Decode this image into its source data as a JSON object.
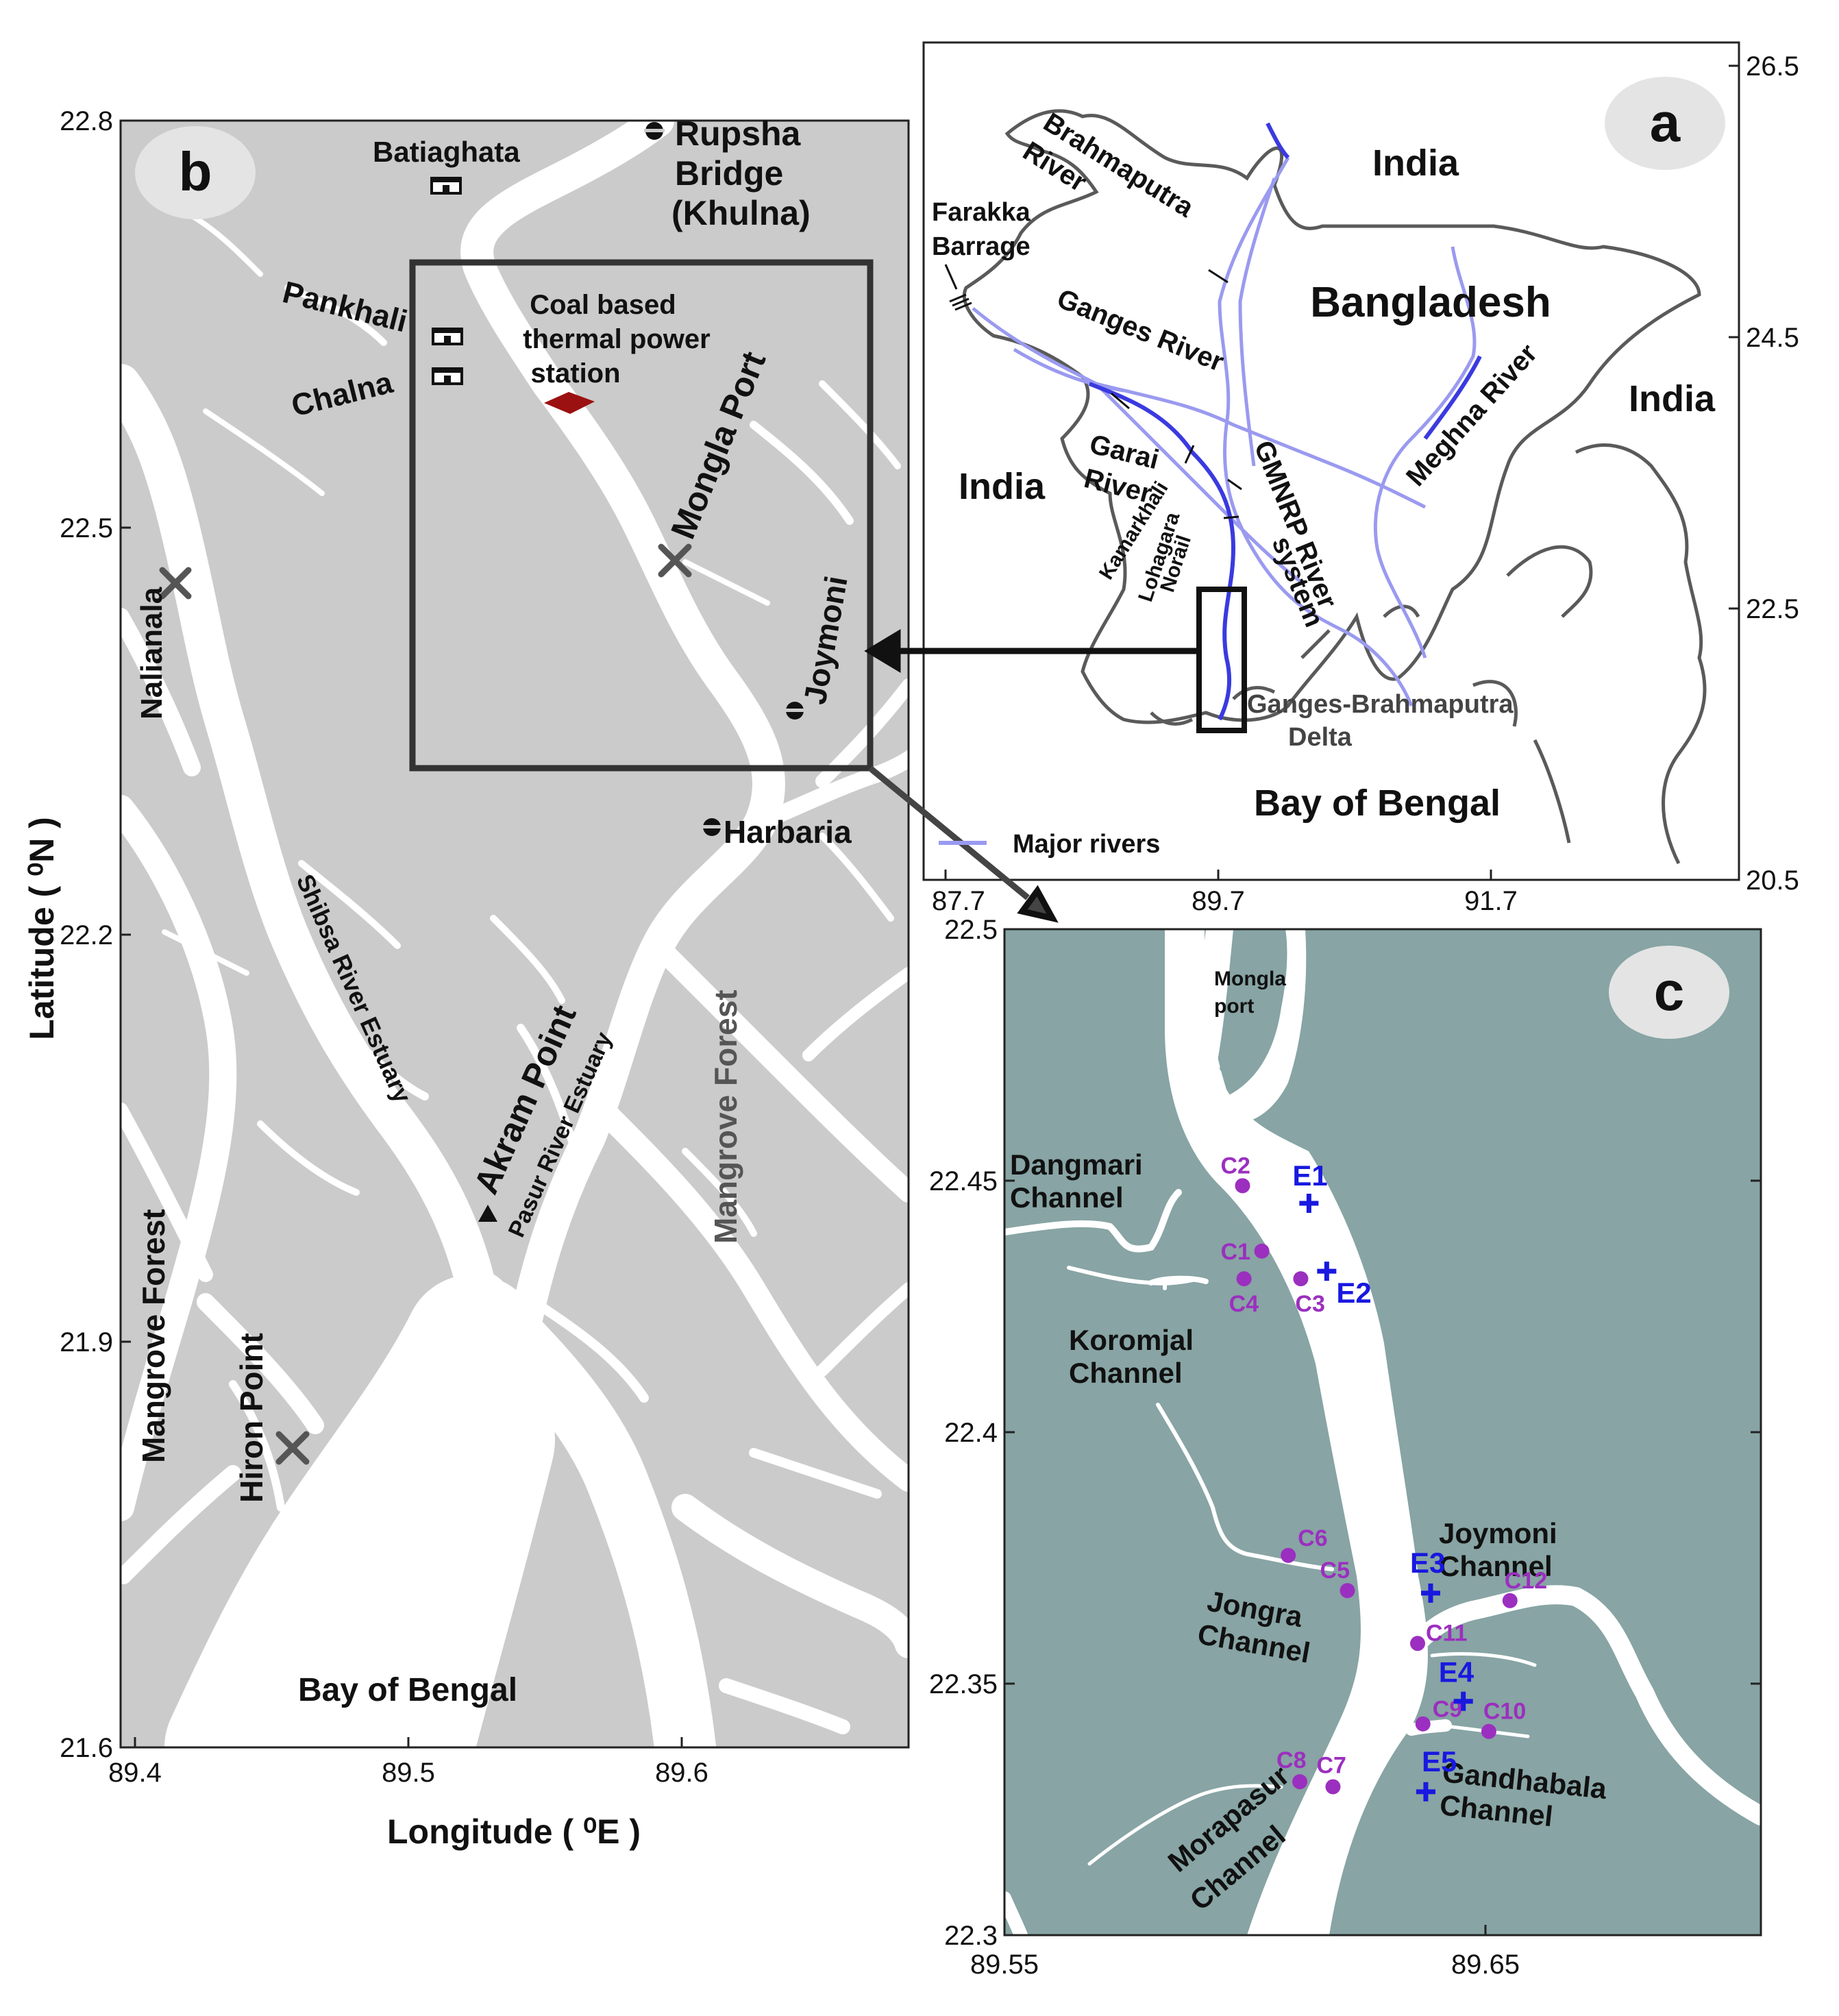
{
  "colors": {
    "land_b": "#cbcbcb",
    "water": "#ffffff",
    "land_c": "#88a4a4",
    "bangladesh_border": "#5a5a5a",
    "rivers": "#9a9af0",
    "station": "#9b2fbf",
    "estuary_station": "#1818e0",
    "power_station": "#9b1010"
  },
  "panel_a": {
    "tag": "a",
    "right_ticks": [
      "26.5",
      "24.5",
      "22.5",
      "20.5"
    ],
    "bottom_ticks": [
      "87.7",
      "89.7",
      "91.7"
    ],
    "labels": {
      "india_n": "India",
      "india_e": "India",
      "india_w": "India",
      "bangladesh": "Bangladesh",
      "brahmaputra_1": "Brahmaputra",
      "brahmaputra_2": "River",
      "farakka_1": "Farakka",
      "farakka_2": "Barrage",
      "ganges": "Ganges  River",
      "meghna": "Meghna River",
      "garai_1": "Garai",
      "garai_2": "River",
      "kamarkhali": "Kamarkhali",
      "lohagara_1": "Lohagara",
      "lohagara_2": "Norail",
      "gmnrp_1": "GMNRP River",
      "gmnrp_2": "system",
      "delta_1": "Ganges-Brahmaputra",
      "delta_2": "Delta",
      "bay": "Bay of Bengal",
      "legend": "Major rivers"
    }
  },
  "panel_b": {
    "tag": "b",
    "xlabel": "Longitude ( ⁰E )",
    "ylabel": "Latitude ( ⁰N )",
    "x_ticks": [
      "89.4",
      "89.5",
      "89.6"
    ],
    "y_ticks": [
      "22.8",
      "22.5",
      "22.2",
      "21.9",
      "21.6"
    ],
    "labels": {
      "rupsha_1": "Rupsha",
      "rupsha_2": "Bridge",
      "rupsha_3": "(Khulna)",
      "batiaghata": "Batiaghata",
      "pankhali": "Pankhali",
      "chalna": "Chalna",
      "coal_1": "Coal based",
      "coal_2": "thermal power",
      "coal_3": "station",
      "mongla": "Mongla Port",
      "joymoni": "Joymoni",
      "harbaria": "Harbaria",
      "nalianala": "Nalianala",
      "shibsa": "Shibsa River Estuary",
      "akram": "Akram Point",
      "pasur": "Pasur River Estuary",
      "mangrove_e": "Mangrove Forest",
      "mangrove_w": "Mangrove Forest",
      "hiron": "Hiron Point",
      "bay": "Bay of Bengal"
    }
  },
  "panel_c": {
    "tag": "c",
    "x_ticks": [
      "89.55",
      "89.65"
    ],
    "y_ticks": [
      "22.5",
      "22.45",
      "22.4",
      "22.35",
      "22.3"
    ],
    "labels": {
      "mongla_1": "Mongla",
      "mongla_2": "port",
      "dangmari_1": "Dangmari",
      "dangmari_2": "Channel",
      "koromjal_1": "Koromjal",
      "koromjal_2": "Channel",
      "jongra_1": "Jongra",
      "jongra_2": "Channel",
      "joymoni_1": "Joymoni",
      "joymoni_2": "Channel",
      "gandhabala_1": "Gandhabala",
      "gandhabala_2": "Channel",
      "morapasur_1": "Morapasur",
      "morapasur_2": "Channel"
    },
    "stations": [
      {
        "id": "C1",
        "lon": 89.6035,
        "lat": 22.436
      },
      {
        "id": "C2",
        "lon": 89.5995,
        "lat": 22.449
      },
      {
        "id": "C3",
        "lon": 89.6116,
        "lat": 22.4305
      },
      {
        "id": "C4",
        "lon": 89.5998,
        "lat": 22.4305
      },
      {
        "id": "C5",
        "lon": 89.6213,
        "lat": 22.3685
      },
      {
        "id": "C6",
        "lon": 89.609,
        "lat": 22.3755
      },
      {
        "id": "C7",
        "lon": 89.6183,
        "lat": 22.3295
      },
      {
        "id": "C8",
        "lon": 89.6114,
        "lat": 22.3305
      },
      {
        "id": "C9",
        "lon": 89.637,
        "lat": 22.342
      },
      {
        "id": "C10",
        "lon": 89.6507,
        "lat": 22.3405
      },
      {
        "id": "C11",
        "lon": 89.6359,
        "lat": 22.358
      },
      {
        "id": "C12",
        "lon": 89.6551,
        "lat": 22.3665
      }
    ],
    "estuary_points": [
      {
        "id": "E1",
        "lon": 89.6133,
        "lat": 22.4455
      },
      {
        "id": "E2",
        "lon": 89.617,
        "lat": 22.432
      },
      {
        "id": "E3",
        "lon": 89.6386,
        "lat": 22.368
      },
      {
        "id": "E4",
        "lon": 89.6454,
        "lat": 22.3465
      },
      {
        "id": "E5",
        "lon": 89.6376,
        "lat": 22.3285
      }
    ]
  }
}
